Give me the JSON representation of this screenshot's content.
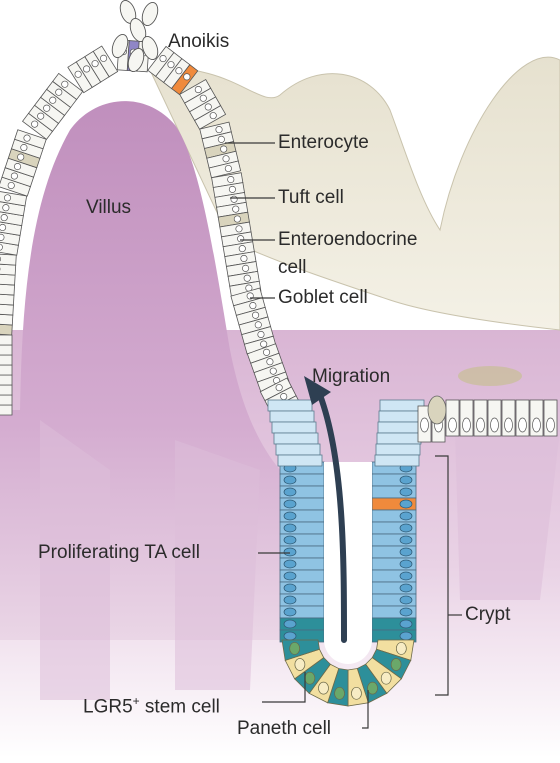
{
  "diagram": {
    "structures": {
      "villus": "Villus",
      "crypt": "Crypt"
    },
    "labels": {
      "anoikis": "Anoikis",
      "enterocyte": "Enterocyte",
      "tuft_cell": "Tuft cell",
      "enteroendocrine_line1": "Enteroendocrine",
      "enteroendocrine_line2": "cell",
      "goblet_cell": "Goblet cell",
      "migration": "Migration",
      "proliferating_ta_cell": "Proliferating TA cell",
      "stem_cell_prefix": "LGR5",
      "stem_cell_sup": "+",
      "stem_cell_suffix": " stem cell",
      "paneth_cell": "Paneth cell"
    },
    "colors": {
      "villus_core": "#c99fc6",
      "lamina_propria": "#e4c7e0",
      "background_fold": "#ebe7d8",
      "enterocyte_fill": "#f6f6f2",
      "ta_cell_fill": "#8fc3e3",
      "stem_cell_fill": "#2d8f9a",
      "paneth_cell_fill": "#f2dfa0",
      "tuft_cell_fill": "#8f86c6",
      "enteroendocrine_fill": "#f08a3c",
      "goblet_cell_fill": "#d9d4bd",
      "migration_arrow": "#2e3f52",
      "line_color": "#3a3a3a"
    }
  }
}
